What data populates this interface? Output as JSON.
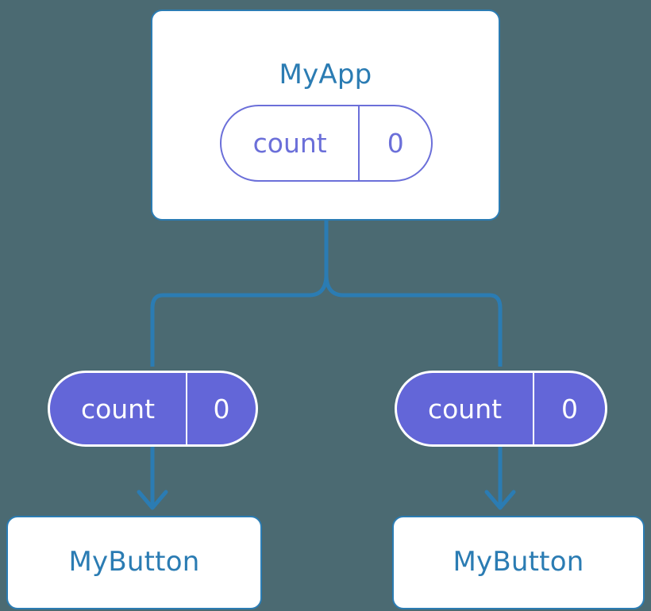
{
  "diagram": {
    "type": "component-state-propagation-tree",
    "background_color": "#4b6a72",
    "accent_blue": "#2b7cb3",
    "accent_purple": "#6366d8",
    "root": {
      "title": "MyApp",
      "state": {
        "key": "count",
        "value": "0"
      }
    },
    "branches": [
      {
        "side": "left",
        "state": {
          "key": "count",
          "value": "0"
        },
        "child_title": "MyButton"
      },
      {
        "side": "right",
        "state": {
          "key": "count",
          "value": "0"
        },
        "child_title": "MyButton"
      }
    ],
    "connectors": {
      "trunk_label": "",
      "arrow_label": ""
    }
  }
}
